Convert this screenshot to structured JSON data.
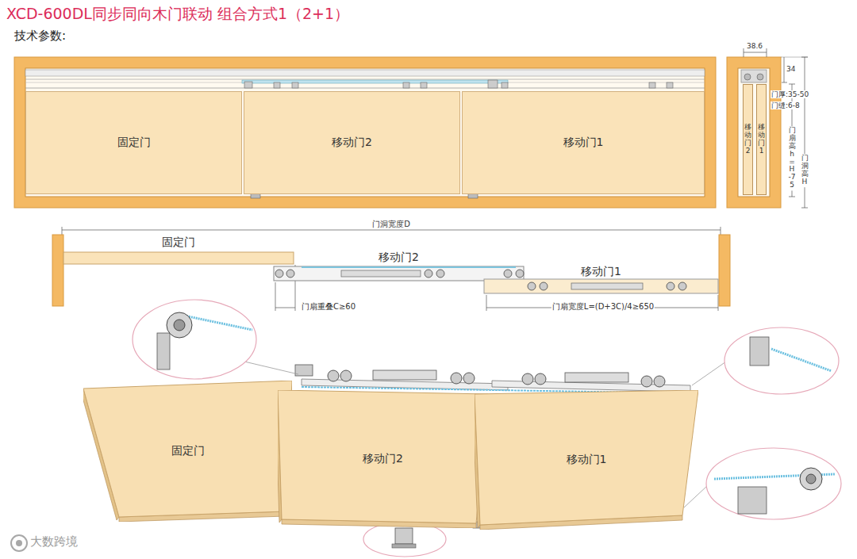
{
  "diagram": {
    "title": "XCD-600DL同步同向木门联动 组合方式1（2+1）",
    "nodes": [
      {
        "text": [
          "固定门"
        ]
      },
      {
        "text": [
          "移动门2"
        ]
      },
      {
        "text": [
          "移动门1"
        ]
      },
      {
        "text": [
          "移动门2"
        ]
      },
      {
        "text": [
          "移动门1"
        ]
      },
      {
        "text": [
          "固定门"
        ]
      },
      {
        "text": [
          "移动门2"
        ]
      },
      {
        "text": [
          "移动门1"
        ]
      },
      {
        "text": [
          "固定门"
        ]
      },
      {
        "text": [
          "移动门2"
        ]
      },
      {
        "text": [
          "移动门1"
        ]
      }
    ],
    "labels": [
      "技术参数:",
      "38.6",
      "34",
      "门厚:35-50",
      "门缝:6-8",
      "门扇高h=H-75",
      "门洞高H",
      "门洞宽度D",
      "门扇重叠C≥60",
      "门扇宽度L=(D+3C)/4≥650",
      "大数跨境"
    ]
  }
}
